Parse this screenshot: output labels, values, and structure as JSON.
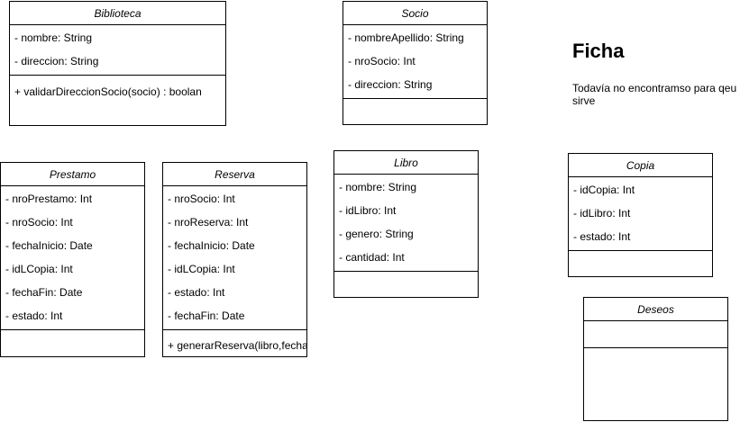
{
  "classes": {
    "biblioteca": {
      "name": "Biblioteca",
      "attributes": [
        "- nombre: String",
        "- direccion: String"
      ],
      "operations": [
        "+ validarDireccionSocio(socio) : boolan"
      ]
    },
    "socio": {
      "name": "Socio",
      "attributes": [
        "- nombreApellido: String",
        "- nroSocio: Int",
        "- direccion: String"
      ],
      "operations": []
    },
    "prestamo": {
      "name": "Prestamo",
      "attributes": [
        "- nroPrestamo: Int",
        "- nroSocio: Int",
        "- fechaInicio: Date",
        "- idLCopia: Int",
        "- fechaFin: Date",
        "- estado: Int"
      ],
      "operations": []
    },
    "reserva": {
      "name": "Reserva",
      "attributes": [
        "- nroSocio: Int",
        "- nroReserva: Int",
        "- fechaInicio: Date",
        "- idLCopia: Int",
        "- estado: Int",
        "- fechaFin: Date"
      ],
      "operations": [
        "+ generarReserva(libro,fecha"
      ]
    },
    "libro": {
      "name": "Libro",
      "attributes": [
        "- nombre: String",
        "- idLibro: Int",
        "- genero: String",
        "- cantidad: Int"
      ],
      "operations": []
    },
    "copia": {
      "name": "Copia",
      "attributes": [
        "- idCopia: Int",
        "- idLibro: Int",
        "- estado: Int"
      ],
      "operations": []
    },
    "deseos": {
      "name": "Deseos",
      "attributes": [],
      "operations": []
    }
  },
  "note": {
    "title": "Ficha",
    "text": "Todavía no encontramso para qeu sirve"
  }
}
